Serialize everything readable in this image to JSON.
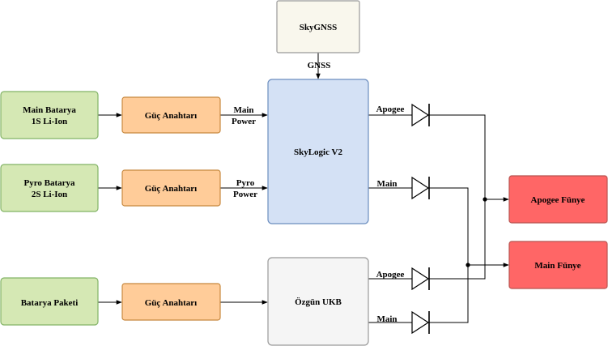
{
  "colors": {
    "battery_fill": "#d5e8b4",
    "battery_stroke": "#82b366",
    "switch_fill": "#ffcc99",
    "switch_stroke": "#c7883e",
    "skylogic_fill": "#d4e1f5",
    "skylogic_stroke": "#6c8ebf",
    "ukb_fill": "#f5f5f5",
    "ukb_stroke": "#999999",
    "gnss_fill": "#f9f7ed",
    "gnss_stroke": "#999999",
    "igniter_fill": "#ff6666",
    "igniter_stroke": "#b85450",
    "line": "#000000"
  },
  "blocks": {
    "main_battery": [
      "Main Batarya",
      "1S Li-Ion"
    ],
    "pyro_battery": [
      "Pyro Batarya",
      "2S Li-Ion"
    ],
    "battery_pack": [
      "Batarya Paketi"
    ],
    "switch_1": [
      "Güç Anahtarı"
    ],
    "switch_2": [
      "Güç Anahtarı"
    ],
    "switch_3": [
      "Güç Anahtarı"
    ],
    "skygnss": [
      "SkyGNSS"
    ],
    "skylogic": [
      "SkyLogic V2"
    ],
    "ukb": [
      "Özgün UKB"
    ],
    "apogee_igniter": [
      "Apogee Fünye"
    ],
    "main_igniter": [
      "Main Fünye"
    ]
  },
  "edge_labels": {
    "main_power": [
      "Main",
      "Power"
    ],
    "pyro_power": [
      "Pyro",
      "Power"
    ],
    "gnss": [
      "GNSS"
    ],
    "skylogic_apogee": [
      "Apogee"
    ],
    "skylogic_main": [
      "Main"
    ],
    "ukb_apogee": [
      "Apogee"
    ],
    "ukb_main": [
      "Main"
    ]
  }
}
